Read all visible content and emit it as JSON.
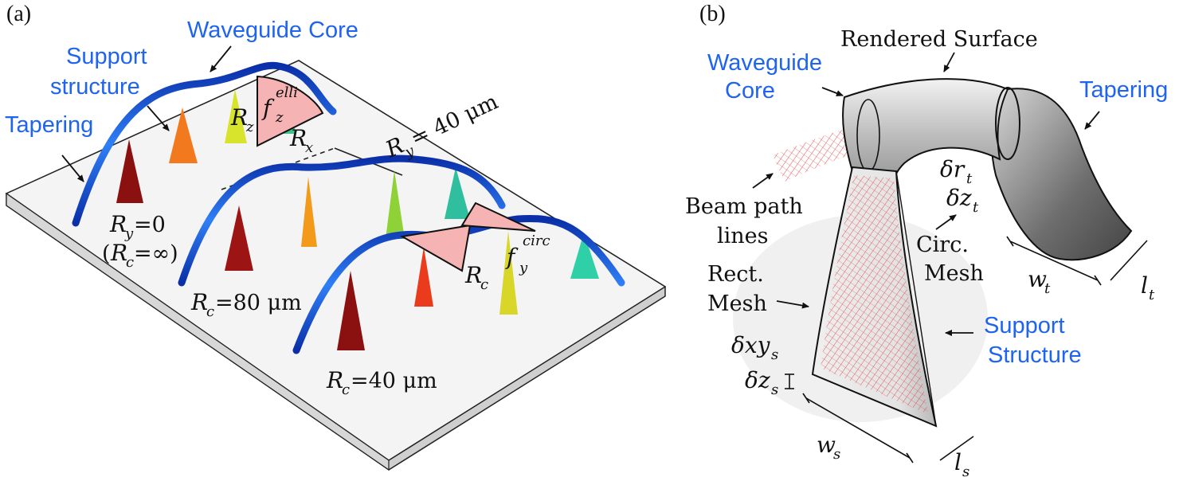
{
  "panel_a": {
    "label": "(a)",
    "waveguide_core": "Waveguide Core",
    "support_structure_1": "Support",
    "support_structure_2": "structure",
    "tapering": "Tapering",
    "ry_value": "= 40 μm",
    "ry0_a": "=0",
    "ry0_b": "=∞)",
    "rc80": "=80 μm",
    "rc40": "=40 μm",
    "f_elli_sup": "elli",
    "f_circ_sup": "circ",
    "sym_R": "R",
    "sym_f": "f",
    "sub_z": "z",
    "sub_x": "x",
    "sub_y": "y",
    "sub_c": "c",
    "paren_open": "("
  },
  "panel_b": {
    "label": "(b)",
    "rendered_surface": "Rendered Surface",
    "waveguide_core_1": "Waveguide",
    "waveguide_core_2": "Core",
    "tapering": "Tapering",
    "beam_path_1": "Beam path",
    "beam_path_2": "lines",
    "circ_mesh_1": "Circ.",
    "circ_mesh_2": "Mesh",
    "rect_mesh_1": "Rect.",
    "rect_mesh_2": "Mesh",
    "support_1": "Support",
    "support_2": "Structure",
    "delta_r": "δr",
    "delta_z": "δz",
    "delta_xy": "δxy",
    "sub_t": "t",
    "sub_s": "s",
    "w": "w",
    "l": "l"
  },
  "colors": {
    "core_blue": "#1e64f0",
    "mesh_red": "#e23b3b",
    "plate": "#f4f4f4",
    "highlight": "#f6b3b3"
  }
}
